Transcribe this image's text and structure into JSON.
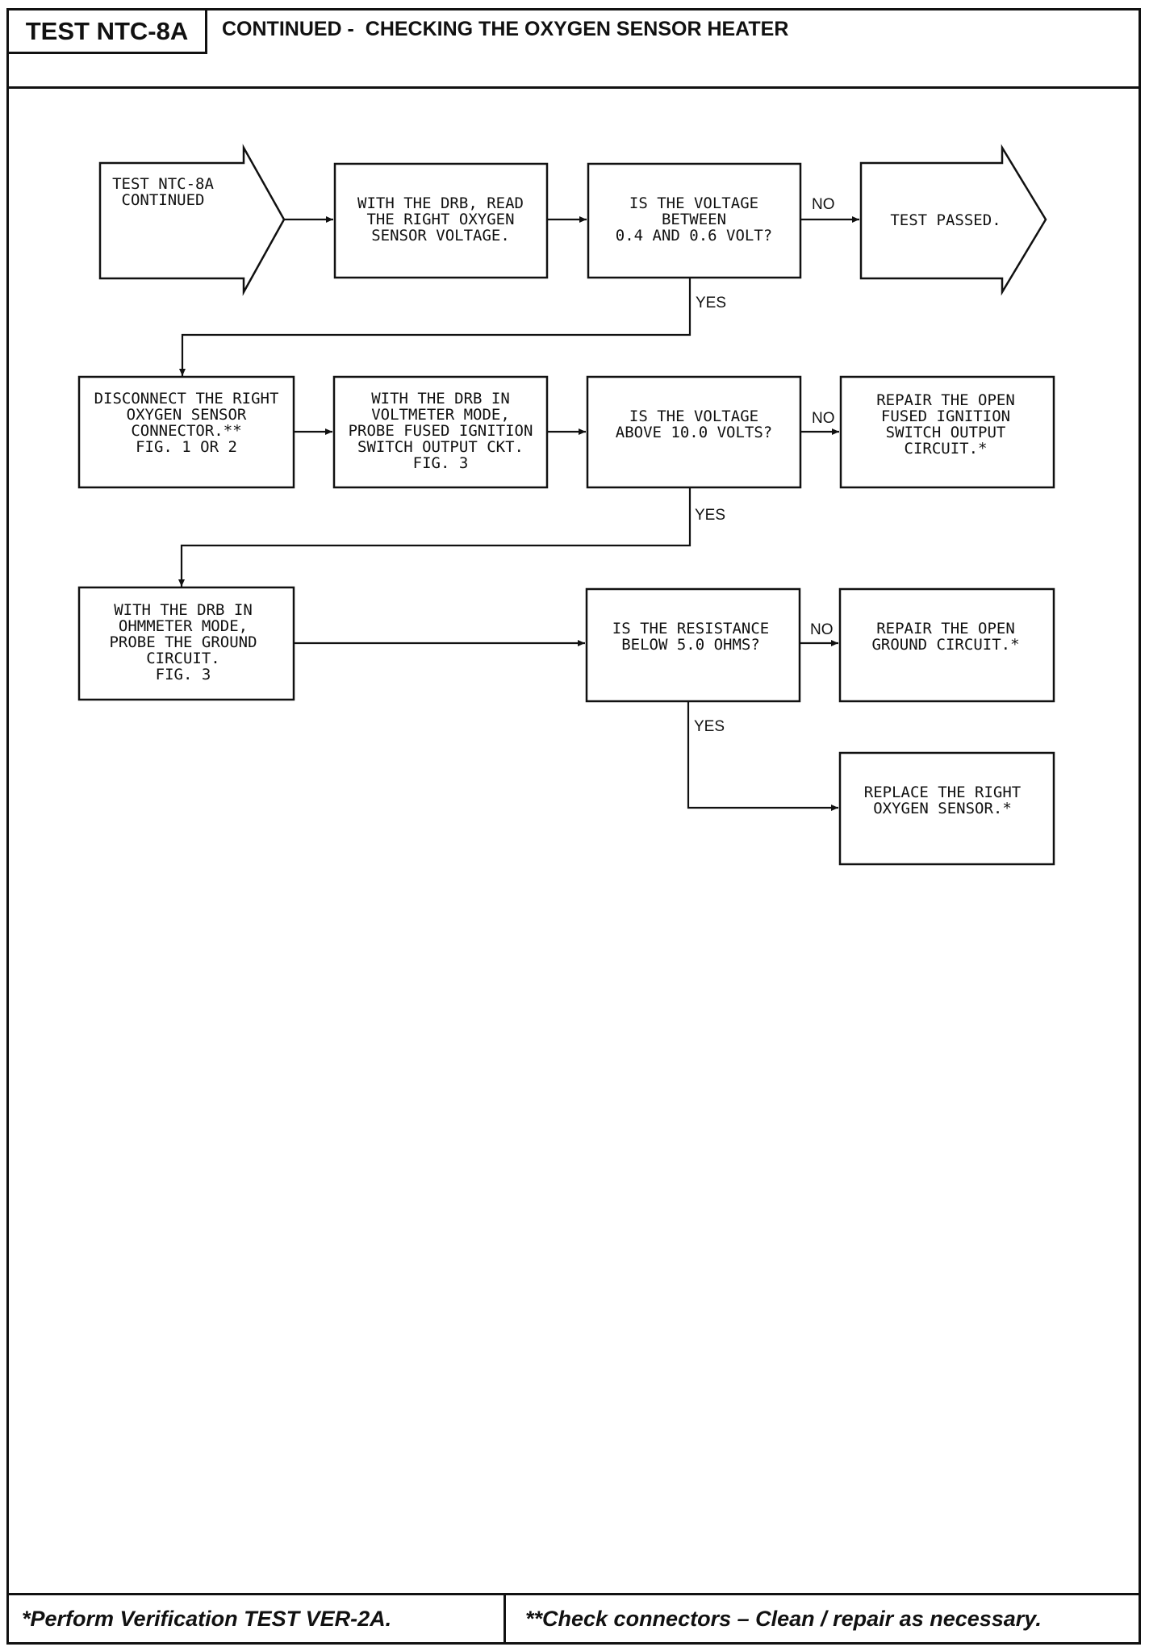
{
  "header": {
    "test_id": "TEST NTC-8A",
    "title": "CONTINUED -  CHECKING THE OXYGEN SENSOR HEATER"
  },
  "footer": {
    "left_note": "*Perform Verification TEST VER-2A.",
    "right_note": "**Check connectors – Clean / repair as necessary."
  },
  "flowchart": {
    "start": [
      "TEST NTC-8A",
      "CONTINUED"
    ],
    "read_voltage": [
      "WITH THE DRB, READ",
      "THE RIGHT OXYGEN",
      "SENSOR VOLTAGE."
    ],
    "q_voltage_between": [
      "IS THE VOLTAGE",
      "BETWEEN",
      "0.4 AND 0.6 VOLT?"
    ],
    "test_passed": [
      "TEST PASSED."
    ],
    "disconnect": [
      "DISCONNECT THE RIGHT",
      "OXYGEN SENSOR",
      "CONNECTOR.**",
      "",
      "FIG. 1 OR 2"
    ],
    "voltmeter_probe": [
      "WITH THE DRB IN",
      "VOLTMETER MODE,",
      "PROBE FUSED IGNITION",
      "SWITCH OUTPUT CKT.",
      "FIG. 3"
    ],
    "q_voltage_above": [
      "IS THE VOLTAGE",
      "ABOVE 10.0 VOLTS?"
    ],
    "repair_fused": [
      "REPAIR THE OPEN",
      "FUSED IGNITION",
      "SWITCH OUTPUT",
      "CIRCUIT.*"
    ],
    "ohmmeter_probe": [
      "WITH THE DRB IN",
      "OHMMETER MODE,",
      "PROBE THE GROUND",
      "CIRCUIT.",
      "FIG. 3"
    ],
    "q_resistance": [
      "IS THE RESISTANCE",
      "BELOW 5.0 OHMS?"
    ],
    "repair_ground": [
      "REPAIR THE OPEN",
      "GROUND CIRCUIT.*"
    ],
    "replace_sensor": [
      "REPLACE THE RIGHT",
      "OXYGEN SENSOR.*"
    ],
    "labels": {
      "yes": "YES",
      "no": "NO"
    }
  }
}
